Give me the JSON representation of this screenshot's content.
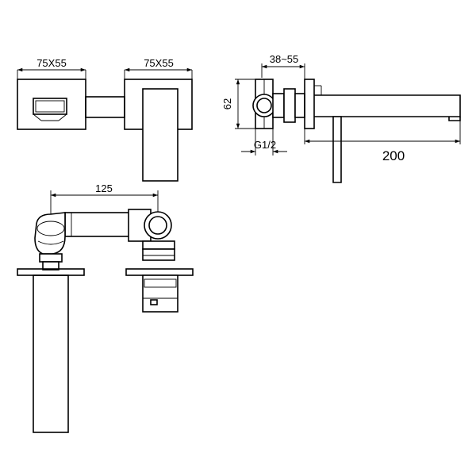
{
  "dimensions": {
    "front_left_plate": "75X55",
    "front_right_plate": "75X55",
    "side_wall_depth": "38~55",
    "side_height": "62",
    "side_thread": "G1/2",
    "side_spout_length": "200",
    "top_spacing": "125"
  }
}
